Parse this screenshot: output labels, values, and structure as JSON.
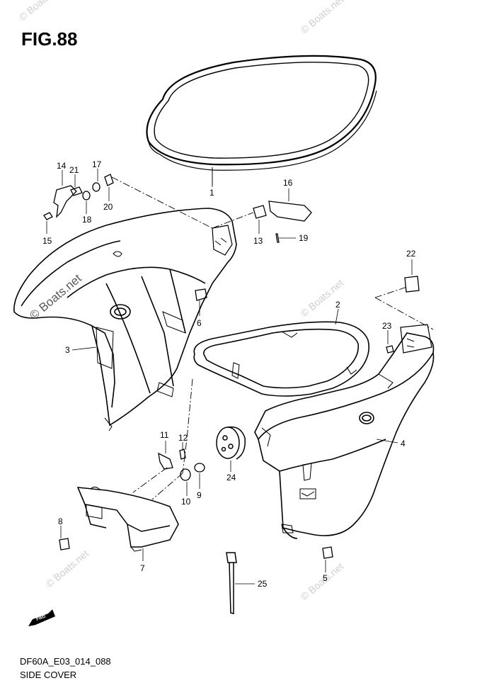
{
  "figure": {
    "title": "FIG.88",
    "code": "DF60A_E03_014_088",
    "name": "SIDE COVER"
  },
  "watermark": "© Boats.net",
  "direction_badge": "FWD",
  "callouts": [
    "1",
    "2",
    "3",
    "4",
    "5",
    "6",
    "7",
    "8",
    "9",
    "10",
    "11",
    "12",
    "13",
    "14",
    "15",
    "16",
    "17",
    "18",
    "19",
    "20",
    "21",
    "22",
    "23",
    "24",
    "25"
  ]
}
